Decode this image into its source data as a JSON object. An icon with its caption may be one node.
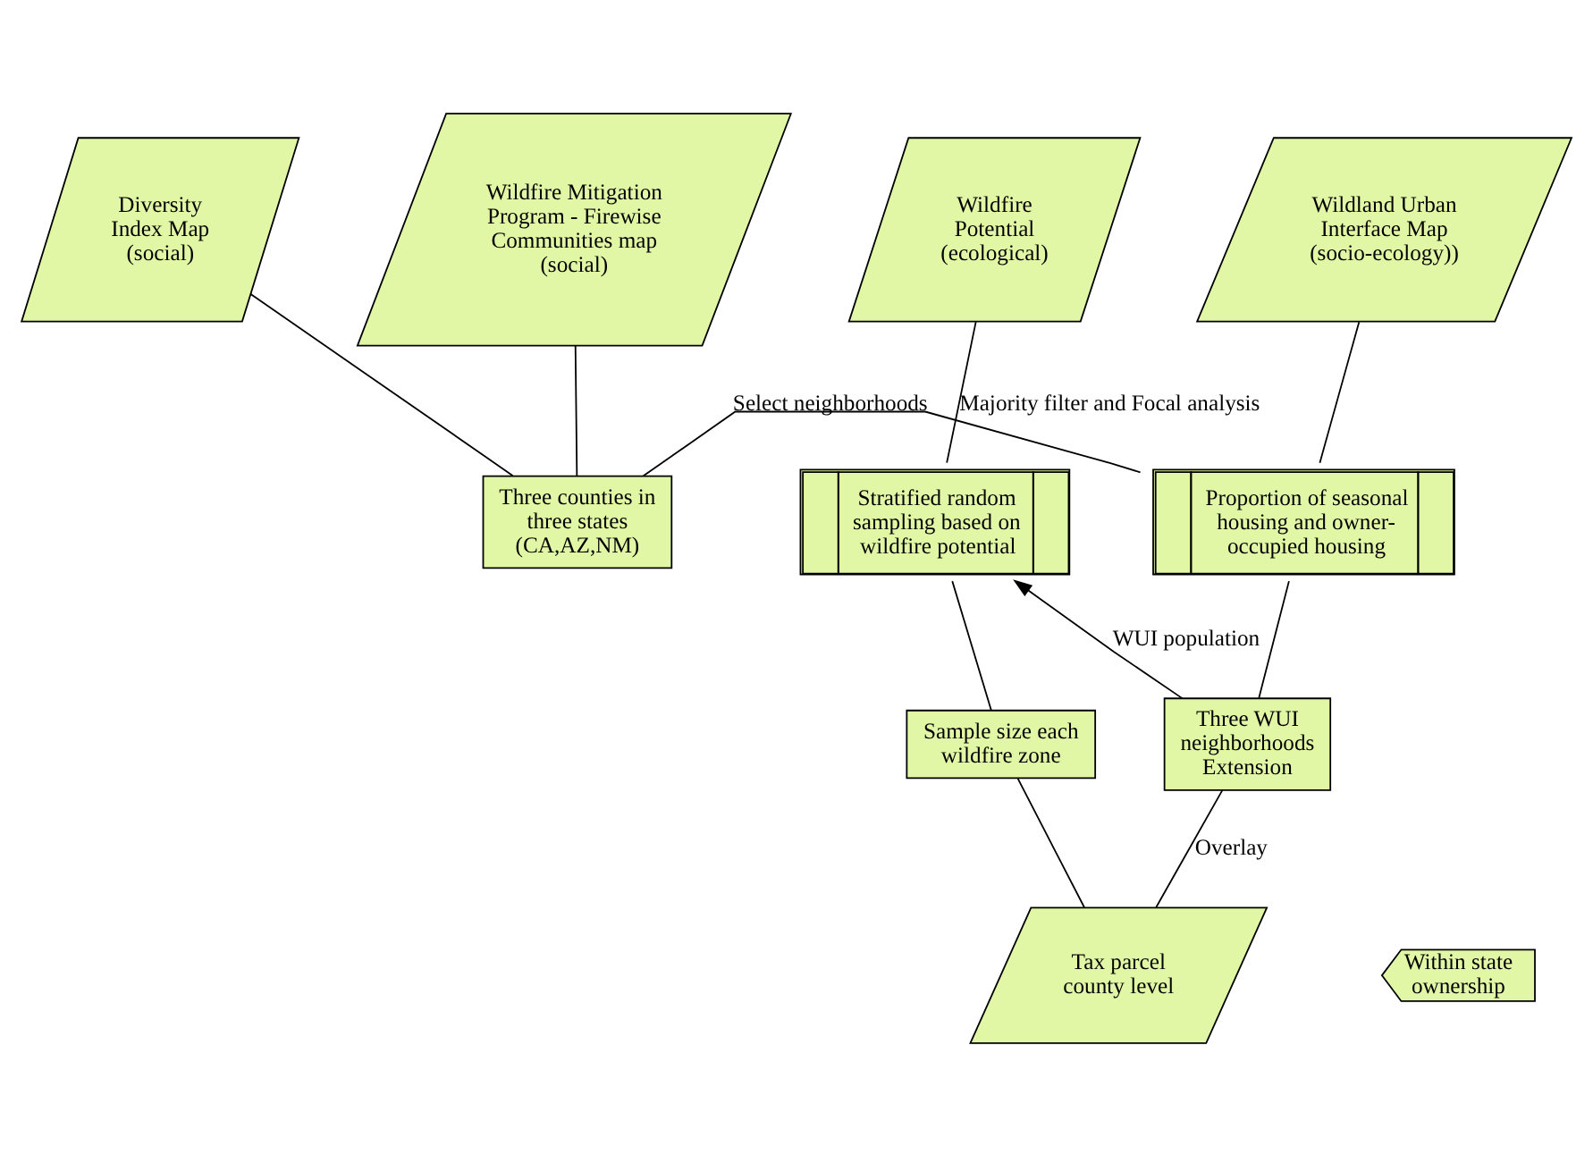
{
  "diagram": {
    "nodes": [
      {
        "text": [
          "Diversity Index Map (social)"
        ]
      },
      {
        "text": [
          "Wildfire Mitigation Program - Firewise Communities map (social)"
        ]
      },
      {
        "text": [
          "Wildland Urban Interface Map (socio-ecology))"
        ]
      },
      {
        "text": [
          "Wildfire Potential (ecological)"
        ]
      },
      {
        "text": [
          "Three counties in three states (CA,AZ,NM)"
        ]
      },
      {
        "text": [
          "Proportion of seasonal housing and owner-occupied housing"
        ]
      },
      {
        "text": [
          "Stratified random sampling based on wildfire potential"
        ]
      },
      {
        "text": [
          "Three WUI neighborhoods Extension"
        ]
      },
      {
        "text": [
          "Sample size each wildfire zone"
        ]
      },
      {
        "text": [
          "Tax parcel county level"
        ]
      },
      {
        "text": [
          "Within state ownership"
        ]
      }
    ],
    "edges": [
      {
        "from": 0,
        "to": 4,
        "arrow": "none"
      },
      {
        "from": 1,
        "to": 4,
        "arrow": "none"
      },
      {
        "from": 4,
        "to": 5,
        "arrow": "none",
        "label": "Select neighborhoods"
      },
      {
        "from": 2,
        "to": 5,
        "arrow": "none"
      },
      {
        "from": 3,
        "to": 6,
        "arrow": "none",
        "label": "Majority filter and Focal analysis"
      },
      {
        "from": 5,
        "to": 7,
        "arrow": "none"
      },
      {
        "from": 7,
        "to": 6,
        "arrow": "to",
        "label": "WUI population"
      },
      {
        "from": 6,
        "to": 8,
        "arrow": "none"
      },
      {
        "from": 7,
        "to": 9,
        "arrow": "none",
        "label": "Overlay"
      },
      {
        "from": 8,
        "to": 9,
        "arrow": "none"
      }
    ]
  }
}
